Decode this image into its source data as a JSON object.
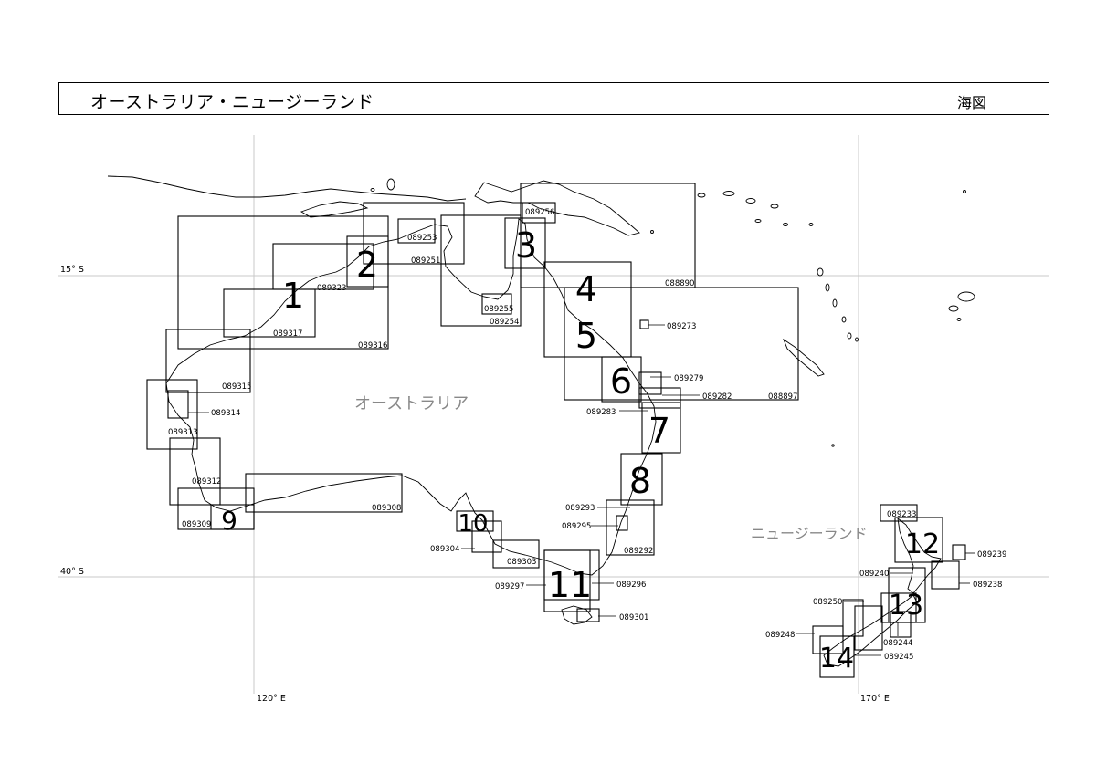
{
  "header": {
    "title": "オーストラリア・ニュージーランド",
    "type": "海図"
  },
  "region_labels": {
    "australia": "オーストラリア",
    "new_zealand": "ニュージーランド"
  },
  "coordinates": {
    "lat_15s": "15° S",
    "lat_40s": "40° S",
    "lon_120e": "120° E",
    "lon_170e": "170° E"
  },
  "area_numbers": [
    "1",
    "2",
    "3",
    "4",
    "5",
    "6",
    "7",
    "8",
    "9",
    "10",
    "11",
    "12",
    "13",
    "14"
  ],
  "sheets": [
    "089233",
    "089238",
    "089239",
    "089240",
    "089244",
    "089245",
    "089248",
    "089250",
    "089251",
    "089253",
    "089254",
    "089255",
    "089256",
    "089273",
    "089279",
    "089282",
    "089283",
    "089292",
    "089293",
    "089295",
    "089296",
    "089297",
    "089301",
    "089303",
    "089304",
    "089308",
    "089309",
    "089312",
    "089313",
    "089314",
    "089315",
    "089316",
    "089317",
    "089323",
    "088890",
    "088897"
  ]
}
